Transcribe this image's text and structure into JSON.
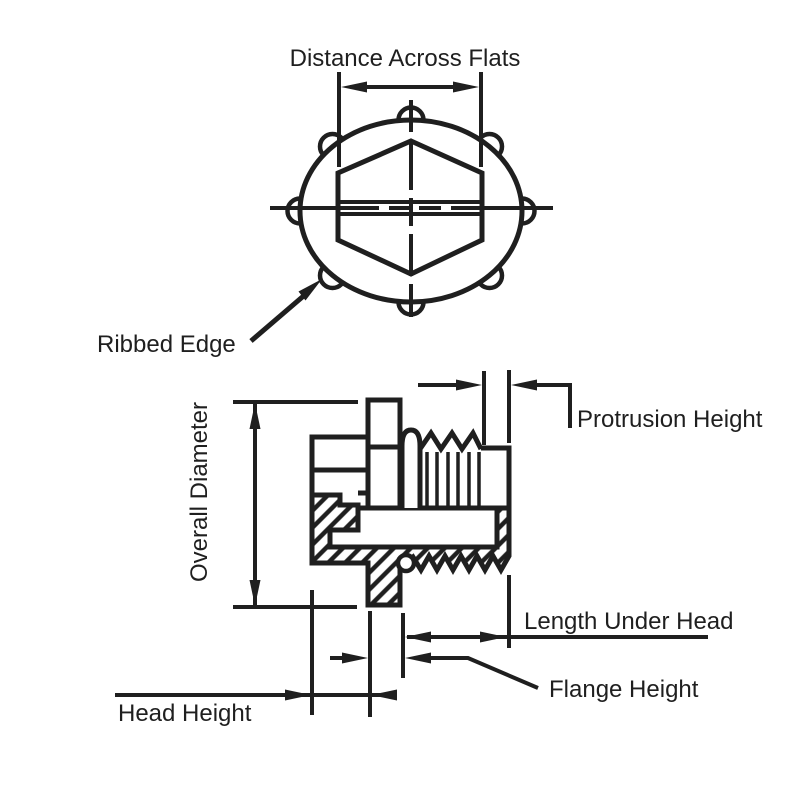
{
  "canvas": {
    "background": "#ffffff",
    "ink": "#1f1f1f"
  },
  "top_view": {
    "labels": {
      "distance_across_flats": "Distance Across Flats",
      "ribbed_edge": "Ribbed Edge"
    }
  },
  "section_view": {
    "labels": {
      "overall_diameter": "Overall Diameter",
      "protrusion_height": "Protrusion Height",
      "length_under_head": "Length Under Head",
      "flange_height": "Flange Height",
      "head_height": "Head Height"
    }
  }
}
